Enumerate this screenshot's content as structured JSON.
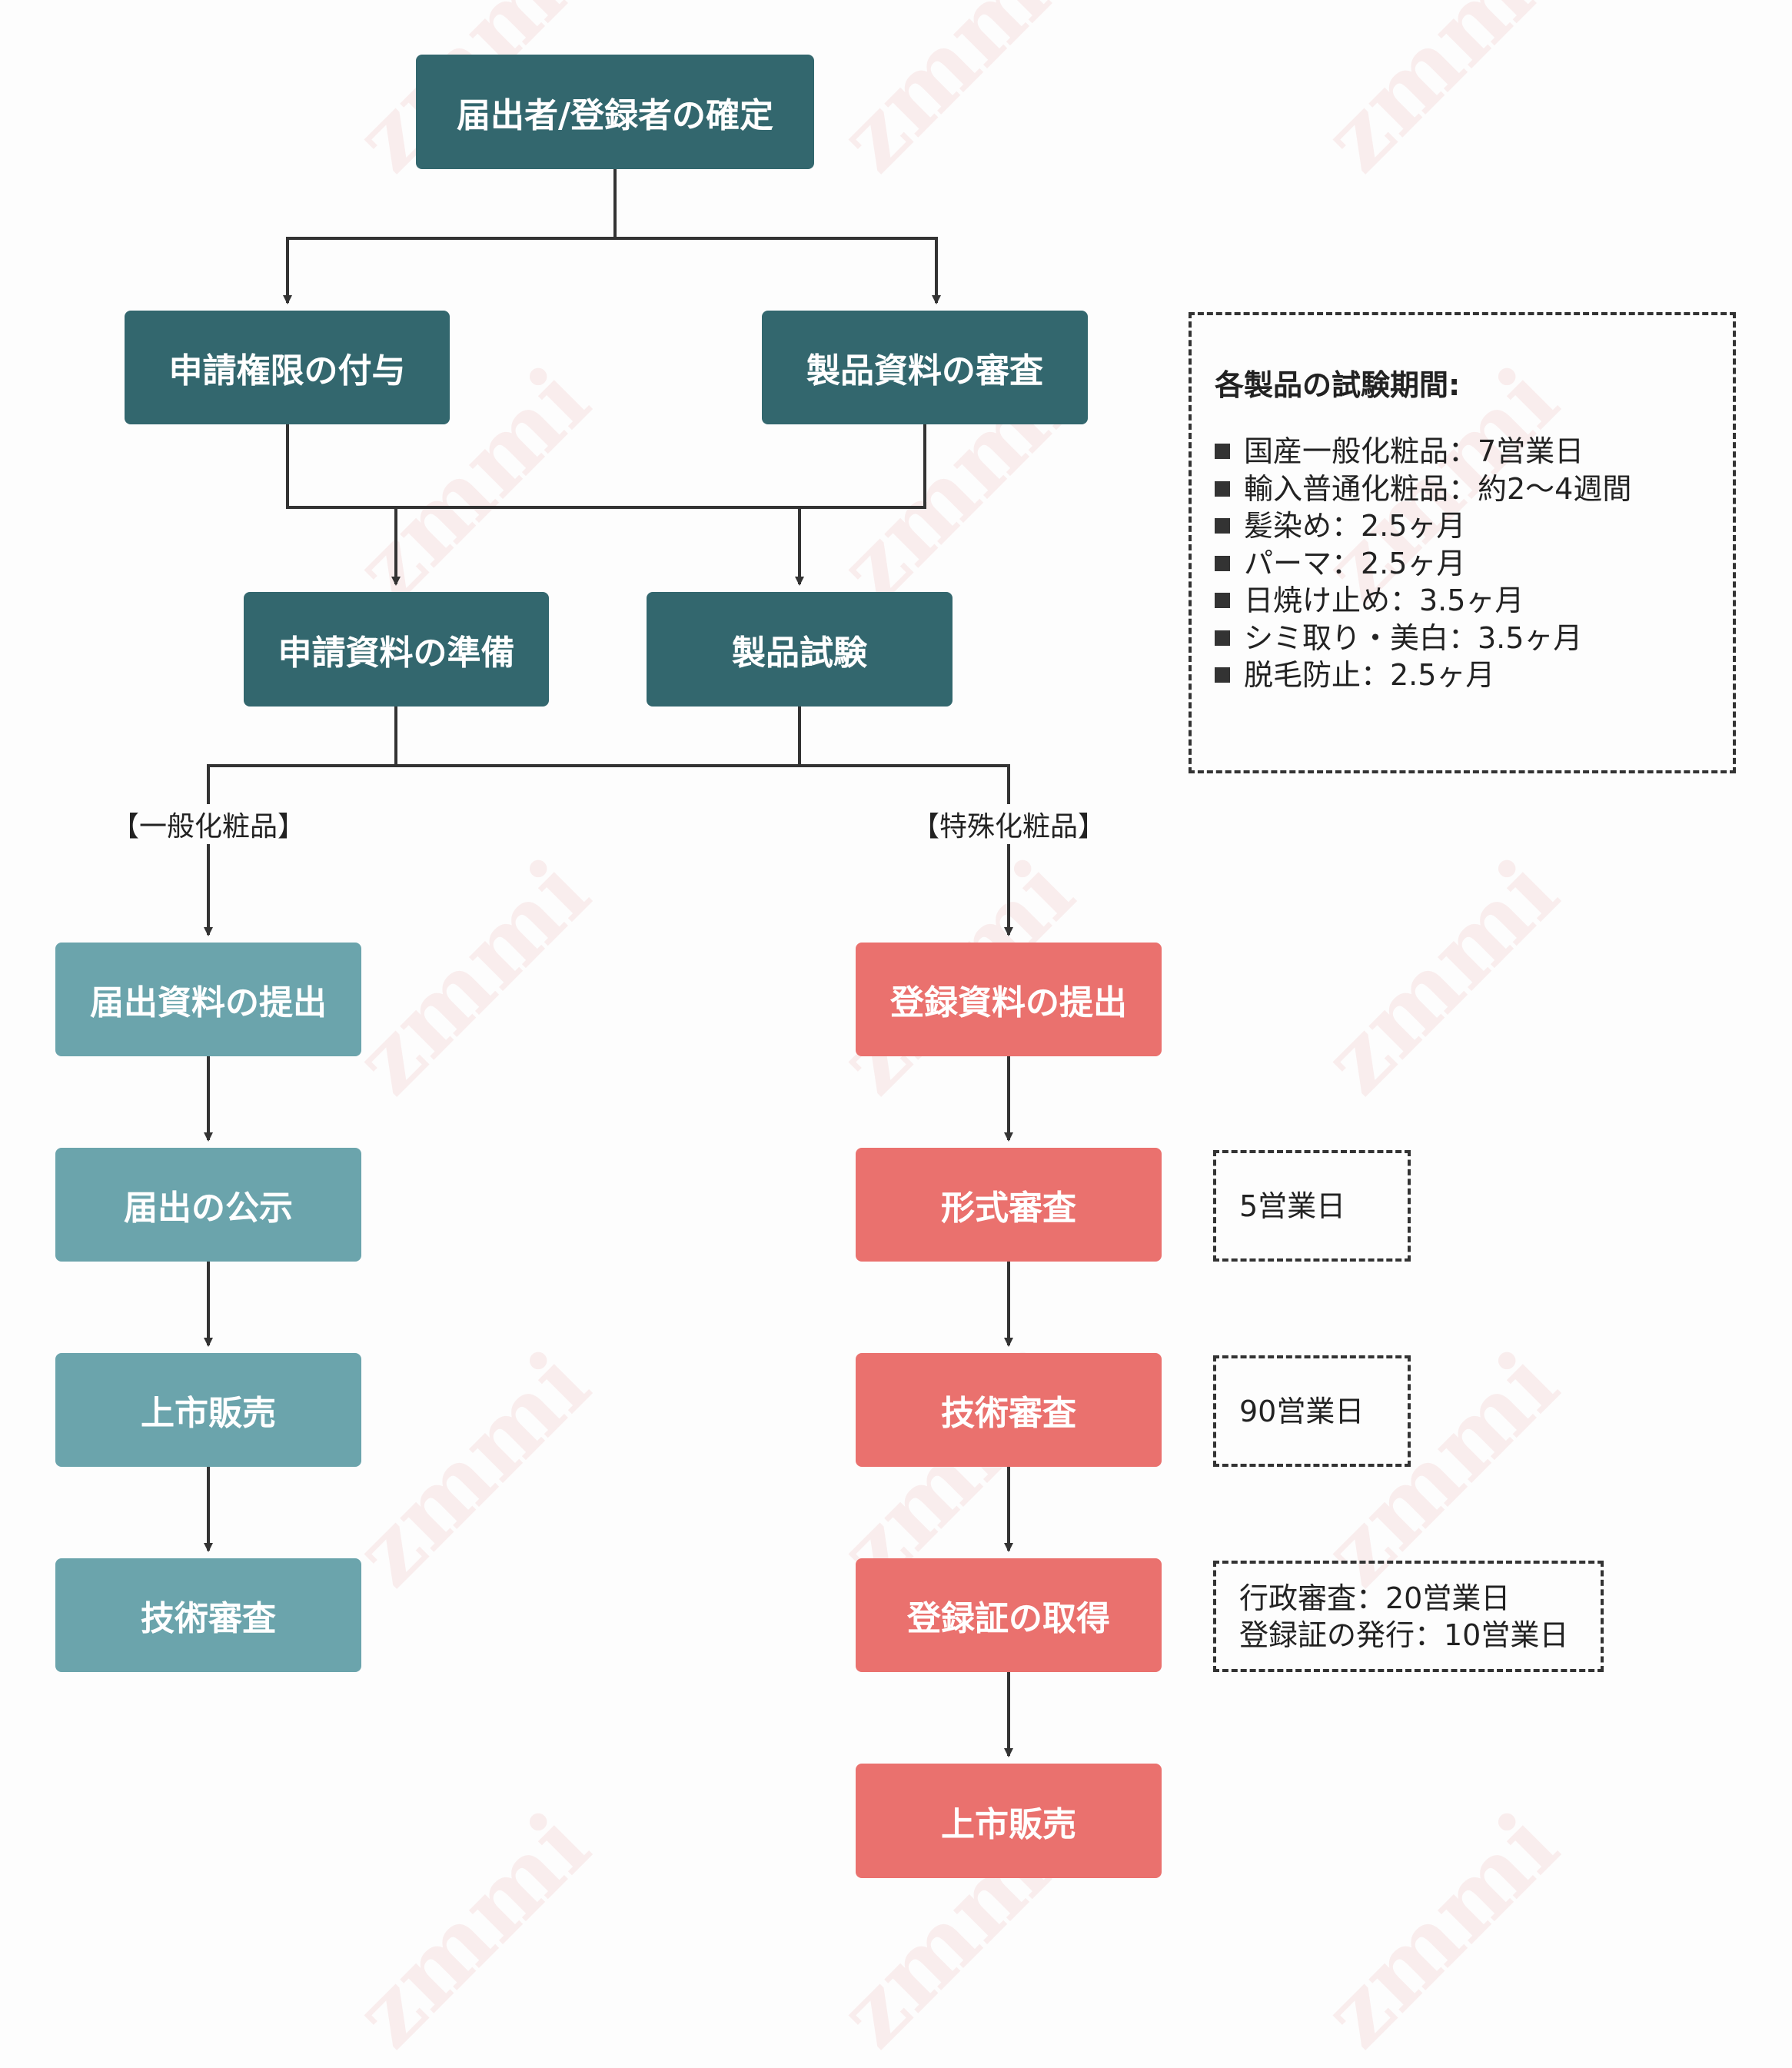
{
  "nodes": {
    "confirm": "届出者/登録者の確定",
    "authority": "申請権限の付与",
    "review_docs": "製品資料の審査",
    "prepare": "申請資料の準備",
    "testing": "製品試験",
    "g_submit": "届出資料の提出",
    "g_publish": "届出の公示",
    "g_market": "上市販売",
    "g_tech": "技術審査",
    "s_submit": "登録資料の提出",
    "s_formal": "形式審査",
    "s_tech": "技術審査",
    "s_cert": "登録証の取得",
    "s_market": "上市販売"
  },
  "branches": {
    "general": "【一般化粧品】",
    "special": "【特殊化粧品】"
  },
  "legend": {
    "title": "各製品の試験期間:",
    "items": [
      "国産一般化粧品：7営業日",
      "輸入普通化粧品：約2〜4週間",
      "髪染め：2.5ヶ月",
      "パーマ：2.5ヶ月",
      "日焼け止め：3.5ヶ月",
      "シミ取り・美白：3.5ヶ月",
      "脱毛防止：2.5ヶ月"
    ]
  },
  "durations": {
    "formal": "5営業日",
    "tech": "90営業日",
    "cert_lines": [
      "行政審査：20営業日",
      "登録証の発行：10営業日"
    ]
  },
  "watermark": "zmmi",
  "colors": {
    "dark": "#33676e",
    "light": "#6ba4ac",
    "red": "#ea716e",
    "line": "#333333"
  }
}
